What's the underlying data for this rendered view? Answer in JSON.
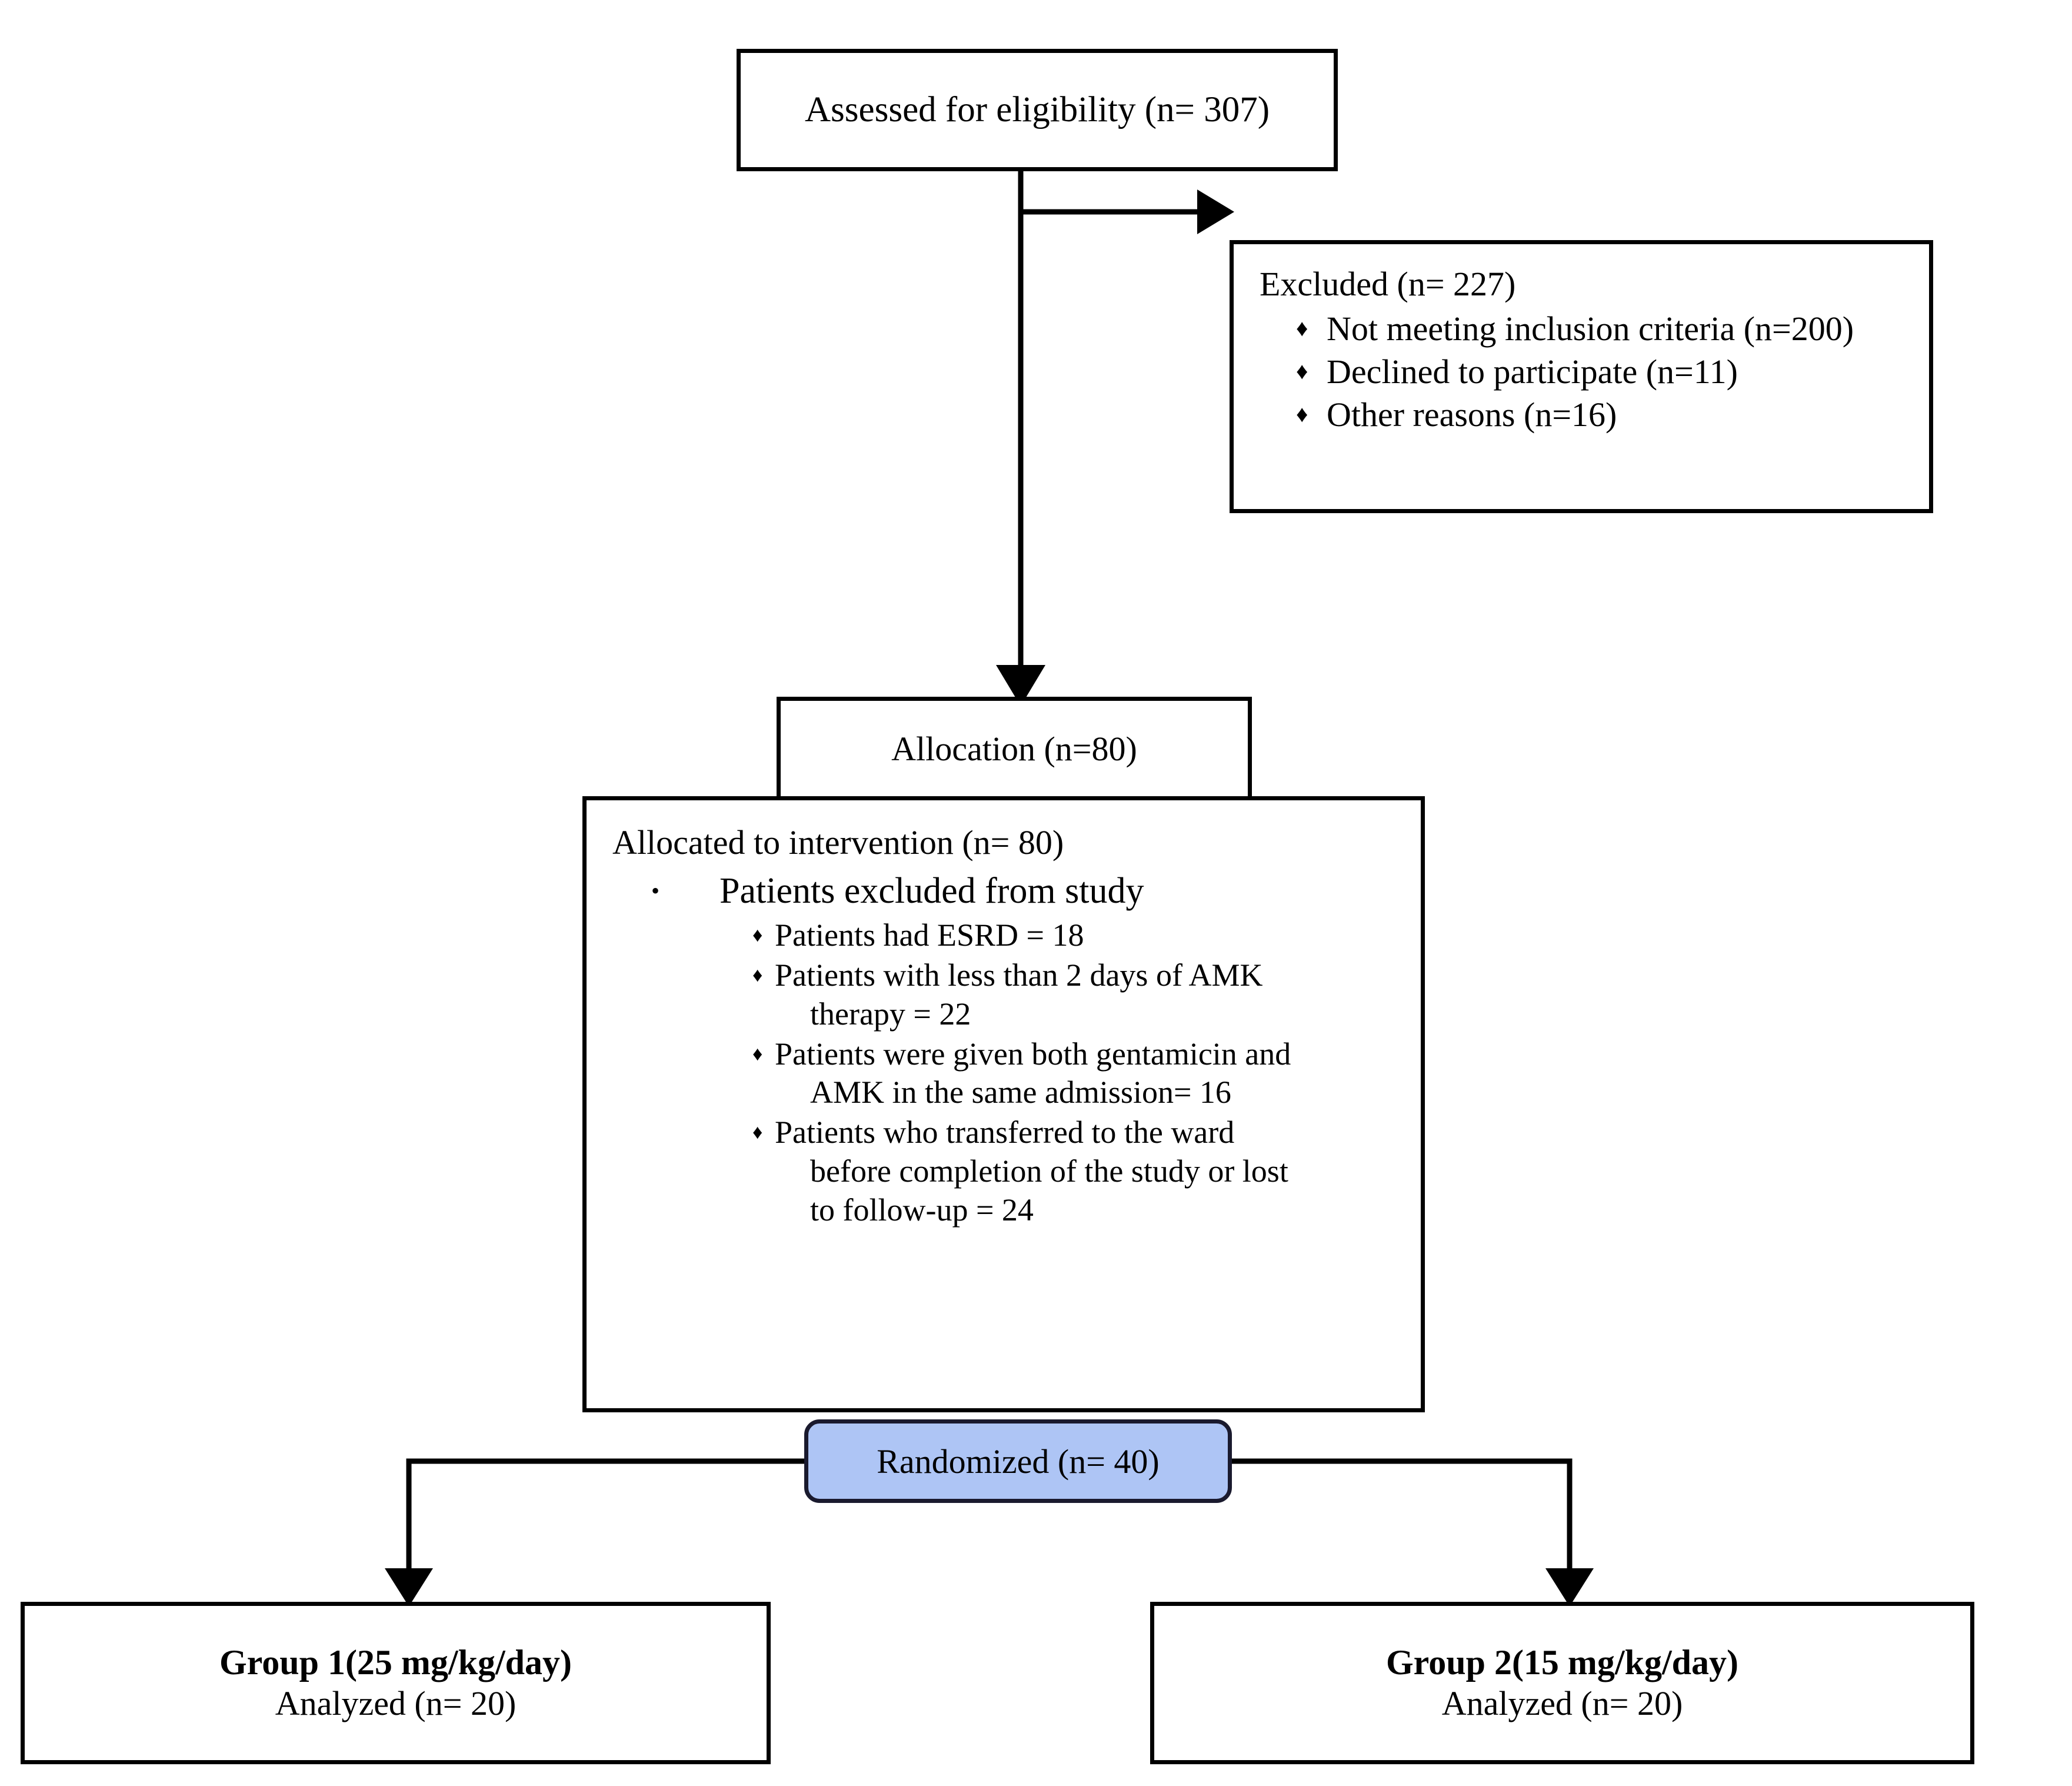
{
  "diagram": {
    "title": "CONSORT participant flow diagram",
    "colors": {
      "stroke": "#000000",
      "randomized_fill": "#aec5f5",
      "randomized_stroke": "#1a1a2e",
      "background": "#ffffff"
    }
  },
  "eligibility": {
    "text": "Assessed for eligibility (n= 307)"
  },
  "excluded": {
    "header": "Excluded (n= 227)",
    "bullet_glyph": "♦",
    "items": [
      "Not meeting inclusion criteria (n=200)",
      "Declined to participate (n=11)",
      "Other reasons (n=16)"
    ]
  },
  "allocation_header": {
    "text": "Allocation (n=80)"
  },
  "allocation_body": {
    "header": "Allocated to intervention (n= 80)",
    "bullet_glyph": "•",
    "sub_bullet_glyph": "♦",
    "main_item": "Patients excluded from study",
    "sub_items": [
      {
        "line1": "Patients had ESRD = 18",
        "line2": ""
      },
      {
        "line1": "Patients with less than 2 days of AMK",
        "line2": "therapy = 22"
      },
      {
        "line1": "Patients were given both gentamicin and",
        "line2": "AMK in the same admission= 16"
      },
      {
        "line1": "Patients who transferred to the ward",
        "line2": "before completion of the study or lost",
        "line3": "to follow-up = 24"
      }
    ]
  },
  "randomized": {
    "text": "Randomized (n= 40)"
  },
  "group1": {
    "title": "Group 1(25 mg/kg/day)",
    "subtitle": "Analyzed (n= 20)"
  },
  "group2": {
    "title": "Group 2(15 mg/kg/day)",
    "subtitle": "Analyzed (n= 20)"
  }
}
